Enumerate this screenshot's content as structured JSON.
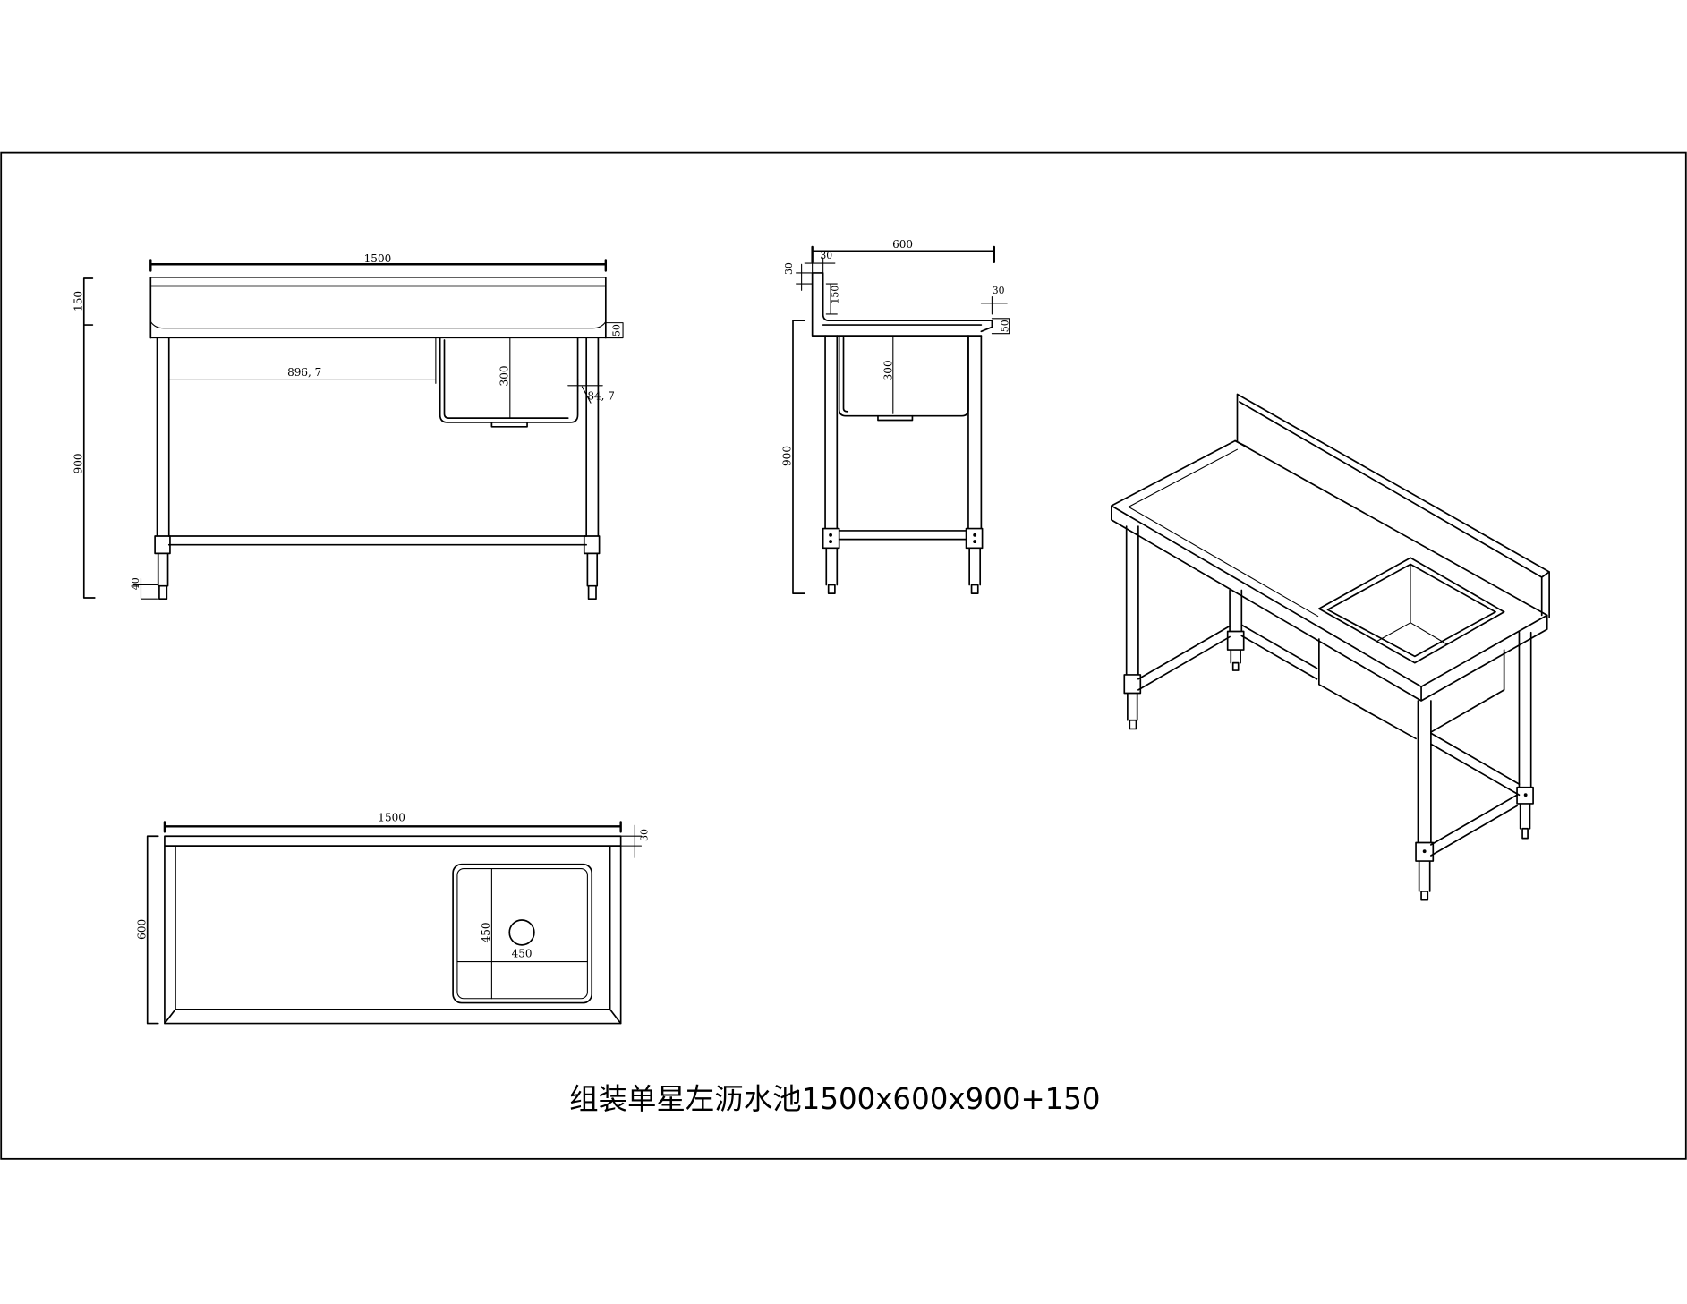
{
  "drawing_title": "组装单星左沥水池1500x600x900+150",
  "front_view": {
    "overall_length": "1500",
    "backsplash_height": "150",
    "table_height": "900",
    "drainer_length": "896, 7",
    "bowl_depth": "300",
    "edge_height": "50",
    "bowl_offset": "84, 7",
    "foot_height": "40"
  },
  "side_view": {
    "overall_depth": "600",
    "backsplash_thickness": "30",
    "backsplash_cap": "30",
    "backsplash_height": "150",
    "front_lip": "30",
    "edge_height": "50",
    "bowl_depth": "300",
    "table_height": "900"
  },
  "top_view": {
    "overall_length": "1500",
    "backsplash_depth": "30",
    "overall_depth": "600",
    "bowl_depth": "450",
    "bowl_width": "450"
  }
}
